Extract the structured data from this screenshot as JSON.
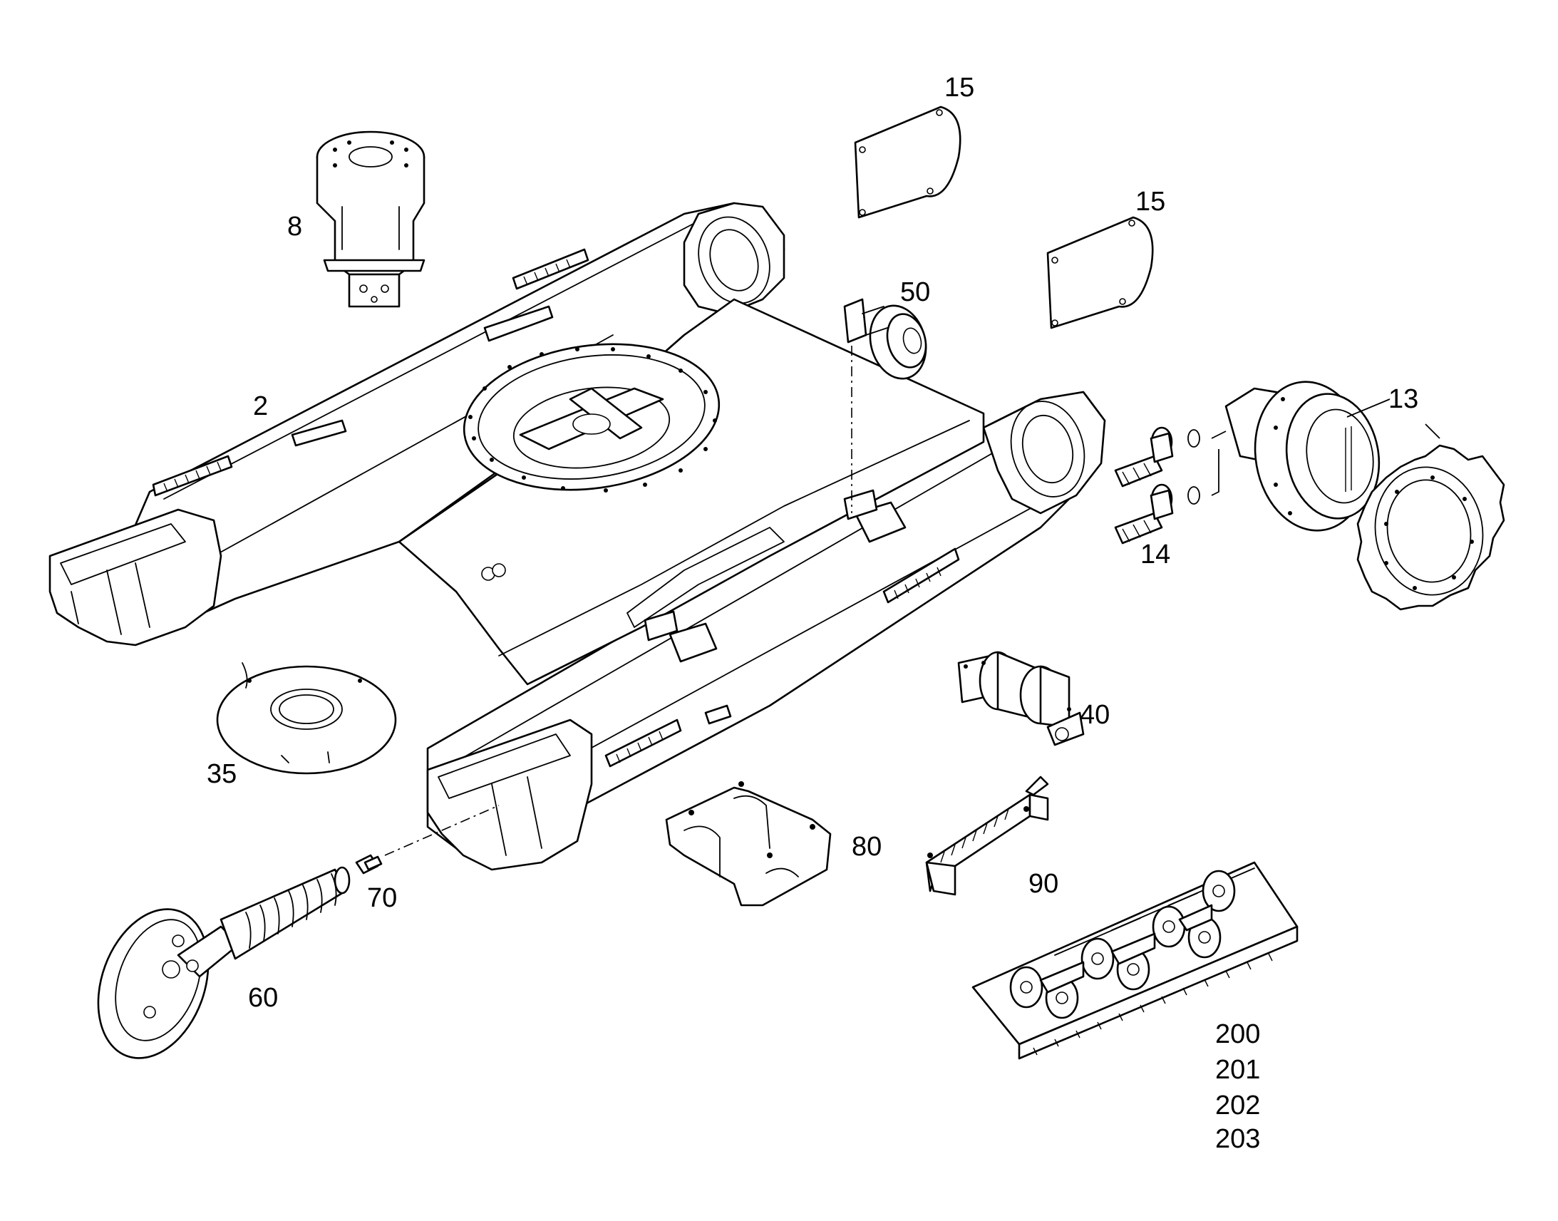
{
  "callouts": {
    "p2": "2",
    "p8": "8",
    "p13": "13",
    "p14": "14",
    "p15a": "15",
    "p15b": "15",
    "p35": "35",
    "p40": "40",
    "p50": "50",
    "p60": "60",
    "p70": "70",
    "p80": "80",
    "p90": "90",
    "p200": "200",
    "p201": "201",
    "p202": "202",
    "p203": "203"
  }
}
